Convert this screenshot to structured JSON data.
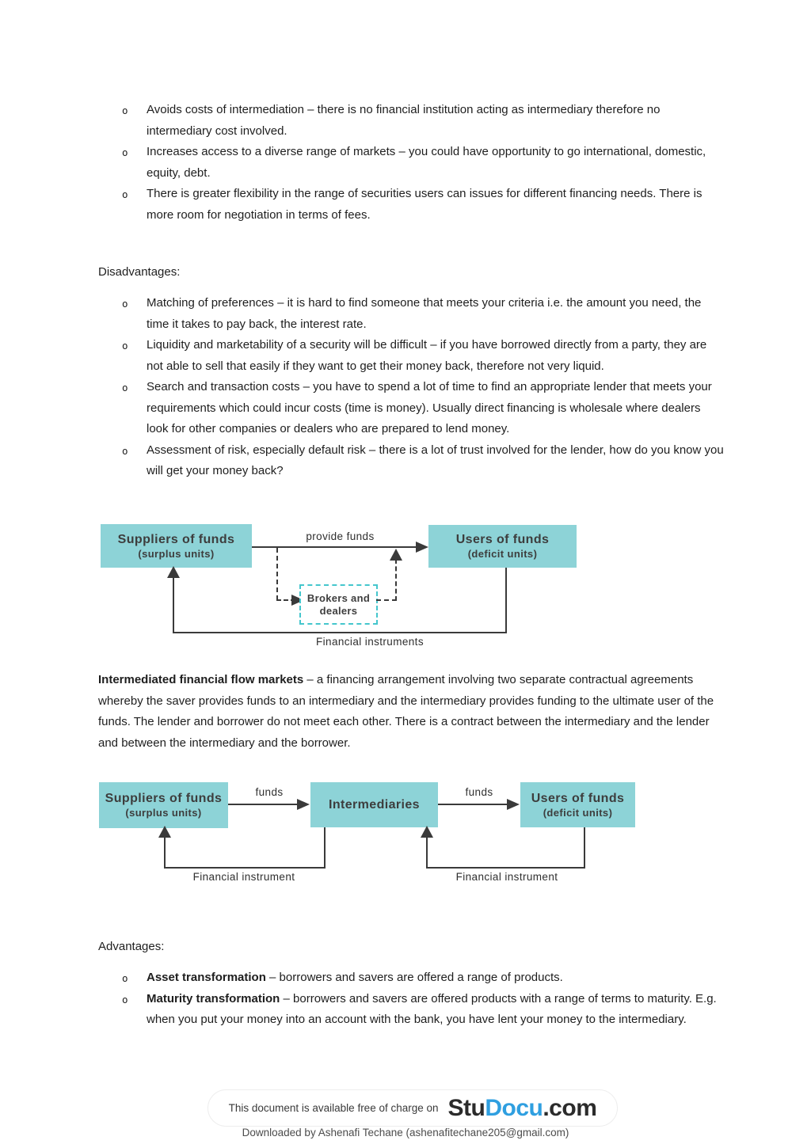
{
  "direct_advantages": {
    "bullet_marker": "o",
    "items": [
      {
        "text": "Avoids costs of intermediation – there is no financial institution acting as intermediary therefore no intermediary cost involved."
      },
      {
        "text": "Increases access to a diverse range of markets – you could have opportunity to go international, domestic, equity, debt."
      },
      {
        "text": "There is greater flexibility in the range of securities users can issues for different financing needs. There is more room for negotiation in terms of fees."
      }
    ]
  },
  "disadvantages": {
    "heading": "Disadvantages:",
    "items": [
      {
        "text": "Matching of preferences – it is hard to find someone that meets your criteria i.e. the amount you need, the time it takes to pay back, the interest rate."
      },
      {
        "text": "Liquidity and marketability of a security will be difficult – if you have borrowed directly from a party, they are not able to sell that easily if they want to get their money back, therefore not very liquid."
      },
      {
        "text": "Search and transaction costs – you have to spend a lot of time to find an appropriate lender that meets your requirements which could incur costs (time is money). Usually direct financing is wholesale where dealers look for other companies or dealers who are prepared to lend money."
      },
      {
        "text": "Assessment of risk, especially default risk – there is a lot of trust involved for the lender, how do you know you will get your money back?"
      }
    ]
  },
  "intermediated_paragraph": {
    "bold": "Intermediated financial flow markets",
    "text": " – a financing arrangement involving two separate contractual agreements whereby the saver provides funds to an intermediary and the intermediary provides funding to the ultimate user of the funds. The lender and borrower do not meet each other. There is a contract between the intermediary and the lender and between the intermediary and the borrower."
  },
  "advantages": {
    "heading": "Advantages:",
    "items": [
      {
        "bold": "Asset transformation",
        "text": " – borrowers and savers are offered a range of products."
      },
      {
        "bold": "Maturity transformation",
        "text": " – borrowers and savers are offered products with a range of terms to maturity. E.g. when you put your money into an account with the bank, you have lent your money to the intermediary."
      }
    ]
  },
  "diagram_direct": {
    "supplier_title": "Suppliers of funds",
    "supplier_sub": "(surplus units)",
    "users_title": "Users of funds",
    "users_sub": "(deficit units)",
    "arrow_label": "provide funds",
    "broker_line1": "Brokers and",
    "broker_line2": "dealers",
    "bottom_label": "Financial instruments"
  },
  "diagram_intermediated": {
    "supplier_title": "Suppliers of funds",
    "supplier_sub": "(surplus units)",
    "intermediaries_title": "Intermediaries",
    "users_title": "Users of funds",
    "users_sub": "(deficit units)",
    "funds_label_1": "funds",
    "funds_label_2": "funds",
    "instrument_label_1": "Financial instrument",
    "instrument_label_2": "Financial instrument"
  },
  "footer": {
    "free_text": "This document is available free of charge on",
    "logo_stu": "Stu",
    "logo_docu": "Docu",
    "logo_com": ".com",
    "downloaded": "Downloaded by Ashenafi Techane (ashenafitechane205@gmail.com)"
  },
  "colors": {
    "box_teal": "#8dd3d7",
    "broker_border_teal": "#45c6cd",
    "studocu_blue": "#2f9fe0",
    "line_dark": "#3a3a3a"
  }
}
